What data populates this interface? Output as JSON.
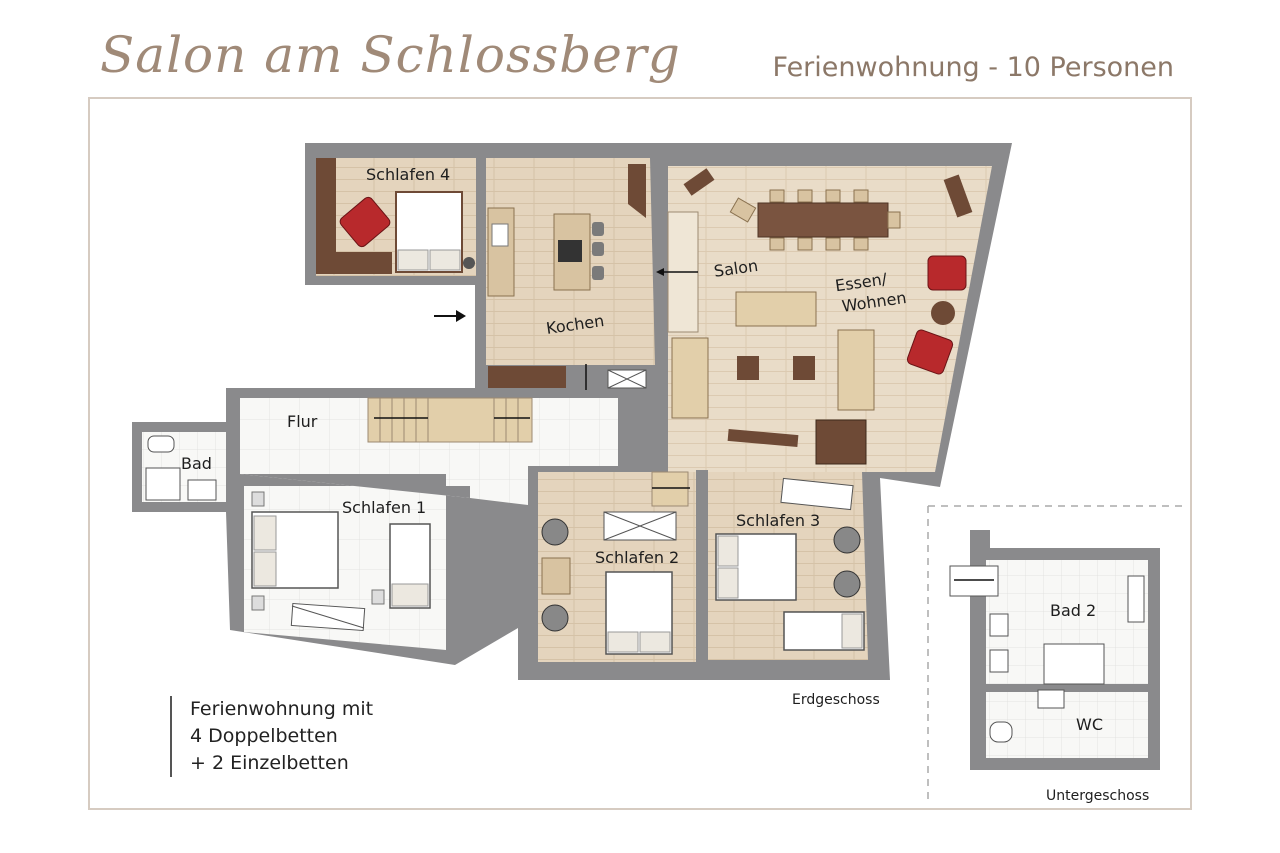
{
  "header": {
    "title": "Salon am Schlossberg",
    "subtitle": "Ferienwohnung - 10 Personen"
  },
  "rooms": {
    "schlafen4": "Schlafen 4",
    "kochen": "Kochen",
    "salon": "Salon",
    "essen_1": "Essen/",
    "essen_2": "Wohnen",
    "flur": "Flur",
    "bad": "Bad",
    "schlafen1": "Schlafen 1",
    "schlafen2": "Schlafen 2",
    "schlafen3": "Schlafen 3",
    "bad2": "Bad 2",
    "wc": "WC"
  },
  "floors": {
    "ground": "Erdgeschoss",
    "basement": "Untergeschoss"
  },
  "legend": {
    "line1": "Ferienwohnung mit",
    "line2": "4 Doppelbetten",
    "line3": "+ 2 Einzelbetten"
  },
  "colors": {
    "wall": "#8a8a8c",
    "wood_floor": "#e9dcc8",
    "tile_floor": "#f7f7f5",
    "dark_wood": "#6e4a36",
    "armchair_red": "#b8292c",
    "sofa": "#e2cfaa",
    "accent_text": "#a08a78"
  }
}
